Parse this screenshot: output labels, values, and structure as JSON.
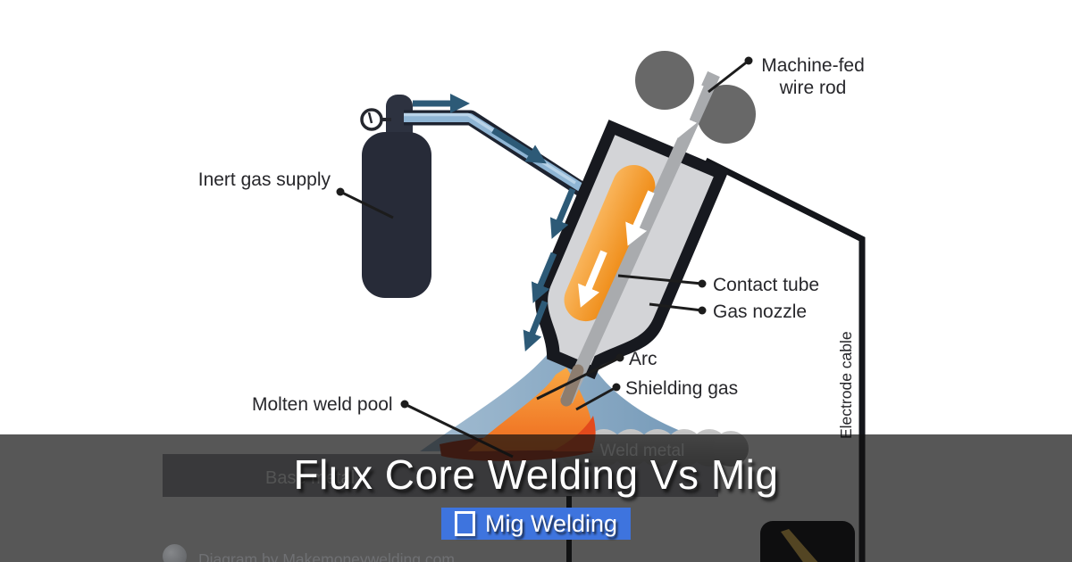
{
  "card": {
    "title": "Flux Core Welding Vs Mig",
    "badge": {
      "icon": "□",
      "label": "Mig Welding"
    },
    "watermark": "Diagram by Makemoneywelding.com"
  },
  "diagram": {
    "labels": {
      "inert_gas_supply": "Inert gas supply",
      "machine_fed_line1": "Machine-fed",
      "machine_fed_line2": "wire rod",
      "contact_tube": "Contact tube",
      "gas_nozzle": "Gas nozzle",
      "arc": "Arc",
      "shielding_gas": "Shielding gas",
      "molten_weld_pool": "Molten weld pool",
      "weld_metal": "Weld metal",
      "base_metal": "Base metal",
      "electrode_cable": "Electrode cable"
    },
    "colors": {
      "badge_blue": "#3e74de",
      "overlay_tint": "rgba(16,16,16,0.70)",
      "shielding_gas_blue": "#7fa4c2",
      "hose_blue": "#8fb5d4",
      "flame_orange": "#ee6a1e",
      "contact_tube_orange": "#f5991f",
      "gas_arrow_navy": "#2d5a77",
      "cylinder_dark": "#272b38",
      "molten_red": "#a63318",
      "base_metal_gray": "#9a9ca0",
      "weld_bead_gray": "#a8a8a8",
      "wire_rod_gray": "#a9abae"
    }
  }
}
